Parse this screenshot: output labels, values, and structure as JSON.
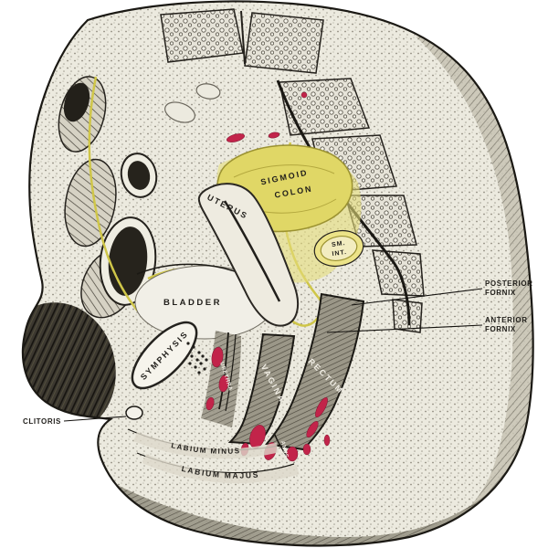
{
  "figure": {
    "description": "Median sagittal section of the female pelvis, engraving-style anatomical plate",
    "colors": {
      "background": "#ffffff",
      "ink": "#211f1b",
      "peritoneum_yellow": "#cfc649",
      "viscera_yellow": "#e0d766",
      "vessel_red": "#c2244a",
      "tissue_light": "#eceadf",
      "shading_dark": "#57534a"
    }
  },
  "labels": {
    "sigmoid_line1": "SIGMOID",
    "sigmoid_line2": "COLON",
    "uterus": "UTERUS",
    "smint_line1": "SM.",
    "smint_line2": "INT.",
    "bladder": "BLADDER",
    "symphysis": "SYMPHYSIS",
    "urethra": "URETHRA",
    "vagina": "VAGINA",
    "rectum": "RECTUM",
    "anus": "ANUS",
    "posterior_fornix_1": "POSTERIOR",
    "posterior_fornix_2": "FORNIX",
    "anterior_fornix_1": "ANTERIOR",
    "anterior_fornix_2": "FORNIX",
    "clitoris": "CLITORIS",
    "labium_minus": "LABIUM MINUS",
    "labium_majus": "LABIUM MAJUS"
  }
}
